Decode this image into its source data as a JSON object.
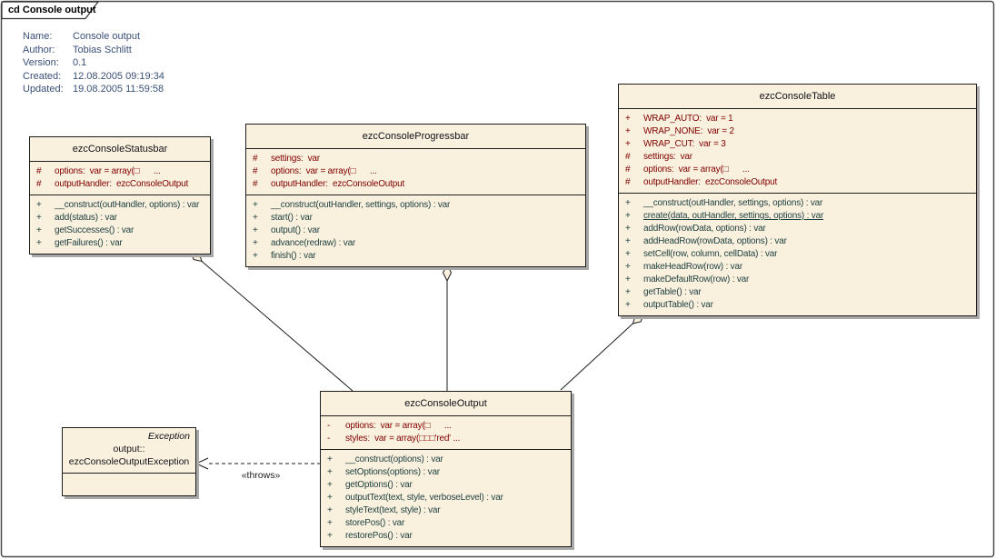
{
  "frame": {
    "label": "cd Console output"
  },
  "metadata": {
    "rows": [
      {
        "label": "Name:",
        "value": "Console output"
      },
      {
        "label": "Author:",
        "value": "Tobias Schlitt"
      },
      {
        "label": "Version:",
        "value": "0.1"
      },
      {
        "label": "Created:",
        "value": "12.08.2005 09:19:34"
      },
      {
        "label": "Updated:",
        "value": "19.08.2005 11:59:58"
      }
    ]
  },
  "classes": [
    {
      "title": "ezcConsoleStatusbar",
      "attributes": [
        {
          "v": "#",
          "t": "options:  var = array(□      ..."
        },
        {
          "v": "#",
          "t": "outputHandler:  ezcConsoleOutput"
        }
      ],
      "methods": [
        {
          "v": "+",
          "t": "__construct(outHandler, options) : var"
        },
        {
          "v": "+",
          "t": "add(status) : var"
        },
        {
          "v": "+",
          "t": "getSuccesses() : var"
        },
        {
          "v": "+",
          "t": "getFailures() : var"
        }
      ]
    },
    {
      "title": "ezcConsoleProgressbar",
      "attributes": [
        {
          "v": "#",
          "t": "settings:  var"
        },
        {
          "v": "#",
          "t": "options:  var = array(□      ..."
        },
        {
          "v": "#",
          "t": "outputHandler:  ezcConsoleOutput"
        }
      ],
      "methods": [
        {
          "v": "+",
          "t": "__construct(outHandler, settings, options) : var"
        },
        {
          "v": "+",
          "t": "start() : var"
        },
        {
          "v": "+",
          "t": "output() : var"
        },
        {
          "v": "+",
          "t": "advance(redraw) : var"
        },
        {
          "v": "+",
          "t": "finish() : var"
        }
      ]
    },
    {
      "title": "ezcConsoleTable",
      "attributes": [
        {
          "v": "+",
          "t": "WRAP_AUTO:  var = 1"
        },
        {
          "v": "+",
          "t": "WRAP_NONE:  var = 2"
        },
        {
          "v": "+",
          "t": "WRAP_CUT:  var = 3"
        },
        {
          "v": "#",
          "t": "settings:  var"
        },
        {
          "v": "#",
          "t": "options:  var = array(□      ..."
        },
        {
          "v": "#",
          "t": "outputHandler:  ezcConsoleOutput"
        }
      ],
      "methods": [
        {
          "v": "+",
          "t": "__construct(outHandler, settings, options) : var"
        },
        {
          "v": "+",
          "t": "create(data, outHandler, settings, options) : var",
          "u": true
        },
        {
          "v": "+",
          "t": "addRow(rowData, options) : var"
        },
        {
          "v": "+",
          "t": "addHeadRow(rowData, options) : var"
        },
        {
          "v": "+",
          "t": "setCell(row, column, cellData) : var"
        },
        {
          "v": "+",
          "t": "makeHeadRow(row) : var"
        },
        {
          "v": "+",
          "t": "makeDefaultRow(row) : var"
        },
        {
          "v": "+",
          "t": "getTable() : var"
        },
        {
          "v": "+",
          "t": "outputTable() : var"
        }
      ]
    },
    {
      "title": "ezcConsoleOutput",
      "attributes": [
        {
          "v": "-",
          "t": "options:  var = array(□      ..."
        },
        {
          "v": "-",
          "t": "styles:  var = array(□□□'red' ..."
        }
      ],
      "methods": [
        {
          "v": "+",
          "t": "__construct(options) : var"
        },
        {
          "v": "+",
          "t": "setOptions(options) : var"
        },
        {
          "v": "+",
          "t": "getOptions() : var"
        },
        {
          "v": "+",
          "t": "outputText(text, style, verboseLevel) : var"
        },
        {
          "v": "+",
          "t": "styleText(text, style) : var"
        },
        {
          "v": "+",
          "t": "storePos() : var"
        },
        {
          "v": "+",
          "t": "restorePos() : var"
        }
      ]
    }
  ],
  "exception": {
    "stereotype": "Exception",
    "namespace": "output::",
    "name": "ezcConsoleOutputException"
  },
  "connectors": {
    "throws_label": "«throws»"
  },
  "colors": {
    "box_fill": "#FAF0DE",
    "box_border": "#1C1C1C",
    "attribute_text": "#7F0000",
    "method_text": "#1C3F3F",
    "title_text": "#101018",
    "metadata_text": "#3A5078",
    "shadow": "#A9A9A9",
    "line": "#1C1C1C"
  }
}
